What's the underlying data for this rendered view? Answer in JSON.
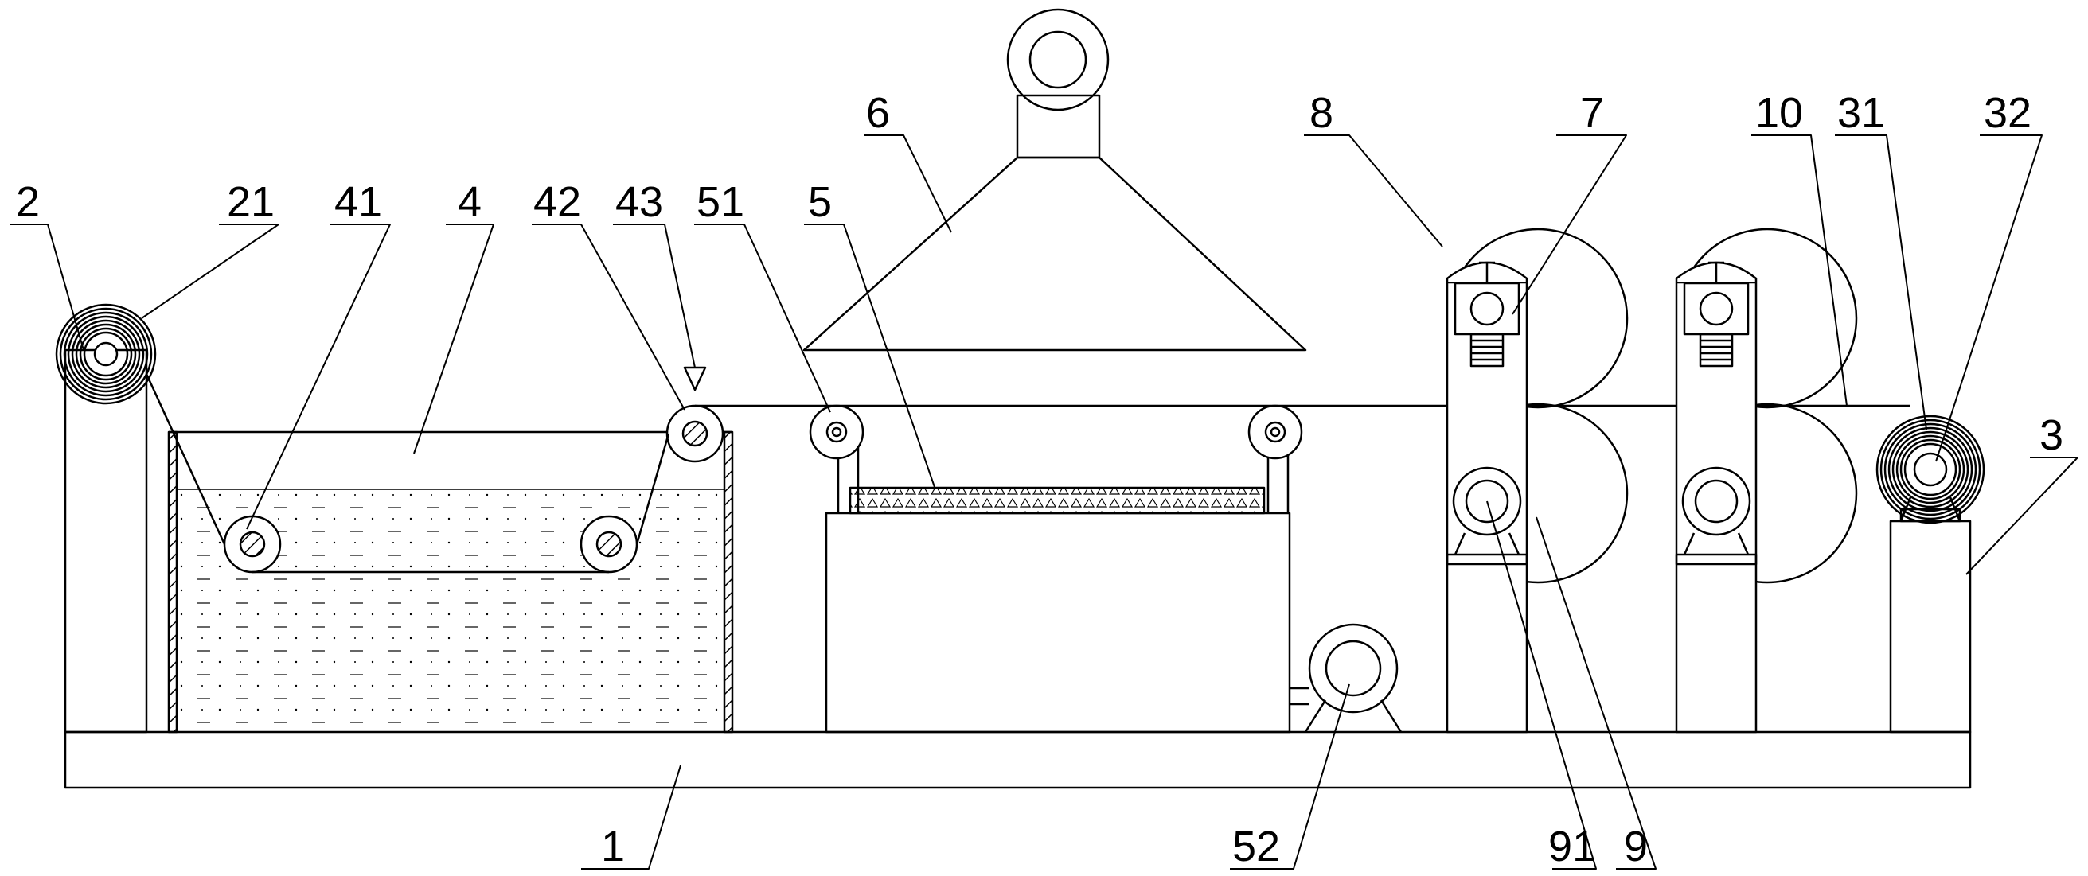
{
  "labels": {
    "base": "1",
    "unwind_stand": "2",
    "unwind_roll": "21",
    "rewind_stand": "3",
    "rewind_motor": "31",
    "rewind_roll": "32",
    "impregnation_tank": "4",
    "guide_roller_lower_left": "41",
    "guide_roller_lower_right": "42",
    "spray_nozzle": "43",
    "dryer_box": "5",
    "idler_roller": "51",
    "blower_fan": "52",
    "exhaust_hood": "6",
    "press_frame": "7",
    "upper_press_roller": "8",
    "lower_press_roller": "9",
    "drive_motor": "91",
    "fabric_web": "10"
  }
}
